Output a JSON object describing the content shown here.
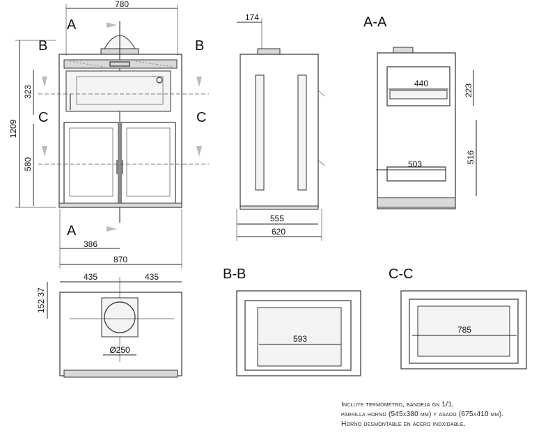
{
  "front_view": {
    "width_top": "780",
    "height_total": "1209",
    "oven_height": "323",
    "cabinet_height": "580",
    "offset_center": "386",
    "width_bottom": "870",
    "section_a": "A",
    "section_b": "B",
    "section_c": "C"
  },
  "side_view": {
    "flue_width": "174",
    "depth_inner": "555",
    "depth_total": "620"
  },
  "section_aa": {
    "title": "A-A",
    "oven_depth": "440",
    "oven_height": "223",
    "lower_depth": "503",
    "lower_height": "516"
  },
  "top_view": {
    "half_left": "435",
    "half_right": "435",
    "offset_a": "152",
    "offset_b": "37",
    "flue_diameter": "Ø250"
  },
  "section_bb": {
    "title": "B-B",
    "width": "593"
  },
  "section_cc": {
    "title": "C-C",
    "width": "785"
  },
  "footnote": {
    "line1": "Incluye termómetro, bandeja gn 1/1,",
    "line2": "parrilla horno (545x380 mm) y asado (675x410 mm).",
    "line3": "Horno desmontable en acero inoxidable."
  }
}
